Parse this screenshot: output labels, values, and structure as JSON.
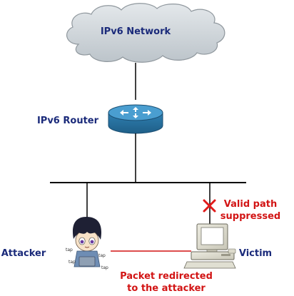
{
  "cloud": {
    "label": "IPv6 Network"
  },
  "router": {
    "label": "IPv6 Router"
  },
  "attacker": {
    "label": "Attacker",
    "tap_text": "tap"
  },
  "victim": {
    "label": "Victim"
  },
  "annotations": {
    "suppressed_line1": "Valid path",
    "suppressed_line2": "suppressed",
    "redirect_line1": "Packet redirected",
    "redirect_line2": "to the attacker"
  },
  "colors": {
    "label_blue": "#1a2a7a",
    "annotation_red": "#d21414",
    "cross_red": "#e01a1a",
    "cloud_fill": "#cfd5da",
    "router_fill": "#2f86b8"
  }
}
